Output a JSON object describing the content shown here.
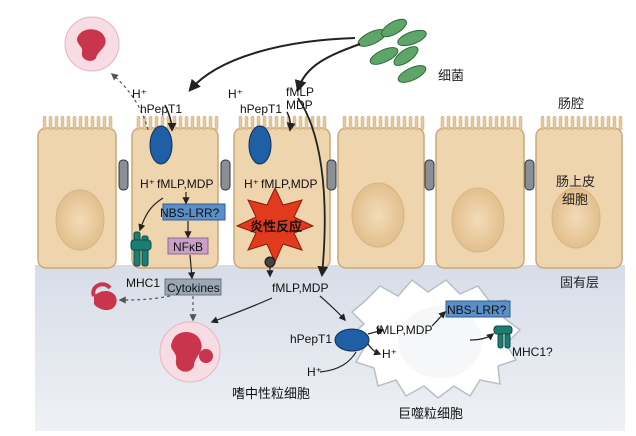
{
  "labels": {
    "bacteria": "细菌",
    "lumen": "肠腔",
    "epithelial_line1": "肠上皮",
    "epithelial_line2": "细胞",
    "lamina_propria": "固有层",
    "h_plus": "H⁺",
    "hpept1": "hPepT1",
    "fmlp": "fMLP",
    "mdp": "MDP",
    "fmlp_mdp": "fMLP,MDP",
    "nbs_lrr_q": "NBS-LRR?",
    "nfkb": "NFκB",
    "cytokines": "Cytokines",
    "mhc1": "MHC1",
    "mhc1_q": "MHC1?",
    "inflammation": "炎性反应",
    "neutrophil": "嗜中性粒细胞",
    "macrophage": "巨噬粒细胞"
  },
  "colors": {
    "cell_fill": "#efd5ad",
    "cell_border": "#c9a879",
    "lamina": "#dde3ec",
    "transporter": "#1f5fa6",
    "nbs_box": "#5b8fc7",
    "nfkb_box": "#c9a0c8",
    "cyt_box": "#9aa7b5",
    "mhc": "#1b7d74",
    "inflammation": "#e23a1d",
    "neutrophil": "#c9354d",
    "bacteria": "#5ea56a"
  }
}
